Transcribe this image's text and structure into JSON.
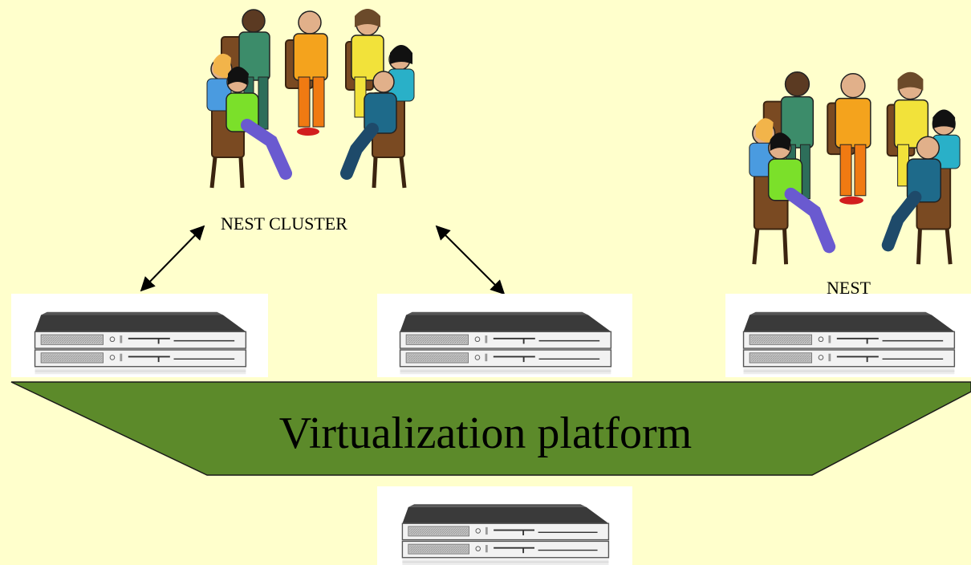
{
  "diagram": {
    "cluster_label": "NEST CLUSTER",
    "nest_label": "NEST",
    "platform_label": "Virtualization platform"
  },
  "colors": {
    "background": "#ffffcc",
    "banner_fill": "#5c8a2a",
    "banner_stroke": "#1a1a1a",
    "server_body": "#e8e8e8"
  },
  "icons": {
    "people_group": "people-group-icon",
    "server": "rack-server-icon",
    "arrow": "double-arrow-icon"
  }
}
